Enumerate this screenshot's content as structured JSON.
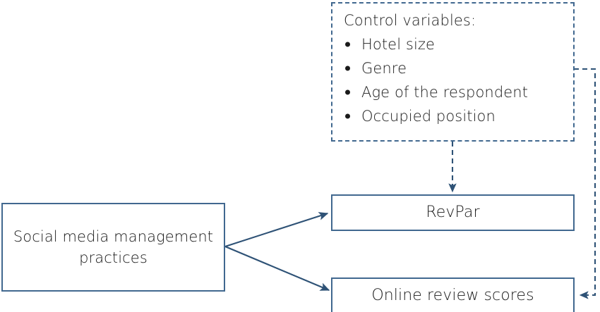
{
  "diagram": {
    "type": "conceptual-research-model",
    "colors": {
      "box_border": "#41688F",
      "arrow": "#2E5276",
      "dashed_border": "#41688F",
      "text": "#1a1a1a",
      "background": "#ffffff"
    },
    "nodes": {
      "predictor": {
        "label": "Social media management\npractices",
        "shape": "rectangle",
        "border_style": "solid"
      },
      "revpar": {
        "label": "RevPar",
        "shape": "rectangle",
        "border_style": "solid"
      },
      "reviews": {
        "label": "Online review scores",
        "shape": "rectangle",
        "border_style": "solid"
      },
      "controls": {
        "title": "Control variables:",
        "shape": "rectangle",
        "border_style": "dashed",
        "items": [
          {
            "label": "Hotel size"
          },
          {
            "label": "Genre"
          },
          {
            "label": "Age of the respondent"
          },
          {
            "label": "Occupied position"
          }
        ]
      }
    },
    "edges": [
      {
        "name": "predictor-to-revpar",
        "from": "predictor",
        "to": "revpar",
        "style": "solid",
        "arrowhead": "end"
      },
      {
        "name": "predictor-to-reviews",
        "from": "predictor",
        "to": "reviews",
        "style": "solid",
        "arrowhead": "end"
      },
      {
        "name": "controls-to-revpar",
        "from": "controls",
        "to": "revpar",
        "style": "dashed",
        "arrowhead": "end"
      },
      {
        "name": "controls-to-reviews",
        "from": "controls",
        "to": "reviews",
        "style": "dashed",
        "arrowhead": "end"
      }
    ]
  }
}
